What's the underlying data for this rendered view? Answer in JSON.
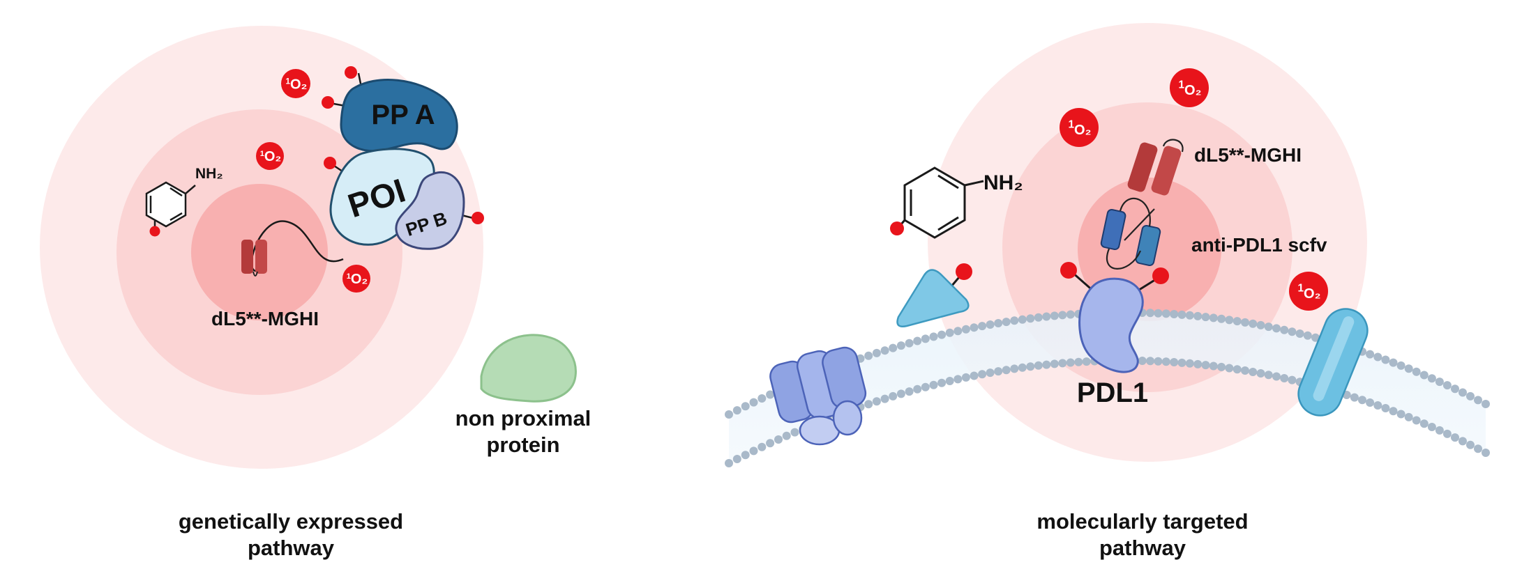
{
  "left_panel": {
    "protein_a_label": "PP A",
    "poi_label": "POI",
    "protein_b_label": "PP B",
    "nh2_label": "NH₂",
    "photosensitizer_label": "dL5**-MGHI",
    "non_proximal_label": [
      "non proximal",
      "protein"
    ],
    "caption": [
      "genetically expressed",
      "pathway"
    ],
    "singlet_oxygen": {
      "superscript": "1",
      "text": "O₂"
    }
  },
  "right_panel": {
    "photosensitizer_label": "dL5**-MGHI",
    "antibody_label": "anti-PDL1 scfv",
    "target_label": "PDL1",
    "nh2_label": "NH₂",
    "caption": [
      "molecularly targeted",
      "pathway"
    ],
    "singlet_oxygen": {
      "superscript": "1",
      "text": "O₂"
    }
  },
  "colors": {
    "halo_outer": "#fdeaea",
    "halo_mid": "#fbd4d4",
    "halo_inner": "#f9aeae",
    "singlet_oxygen": "#e8141b",
    "protein_a": "#2b6fa0",
    "poi": "#d6edf7",
    "protein_b": "#c7cde8",
    "pdl1": "#a6b6ec",
    "non_proximal": "#b5dcb5",
    "photosensitizer": "#b53a3a",
    "membrane_bead": "#a9b9c9"
  }
}
